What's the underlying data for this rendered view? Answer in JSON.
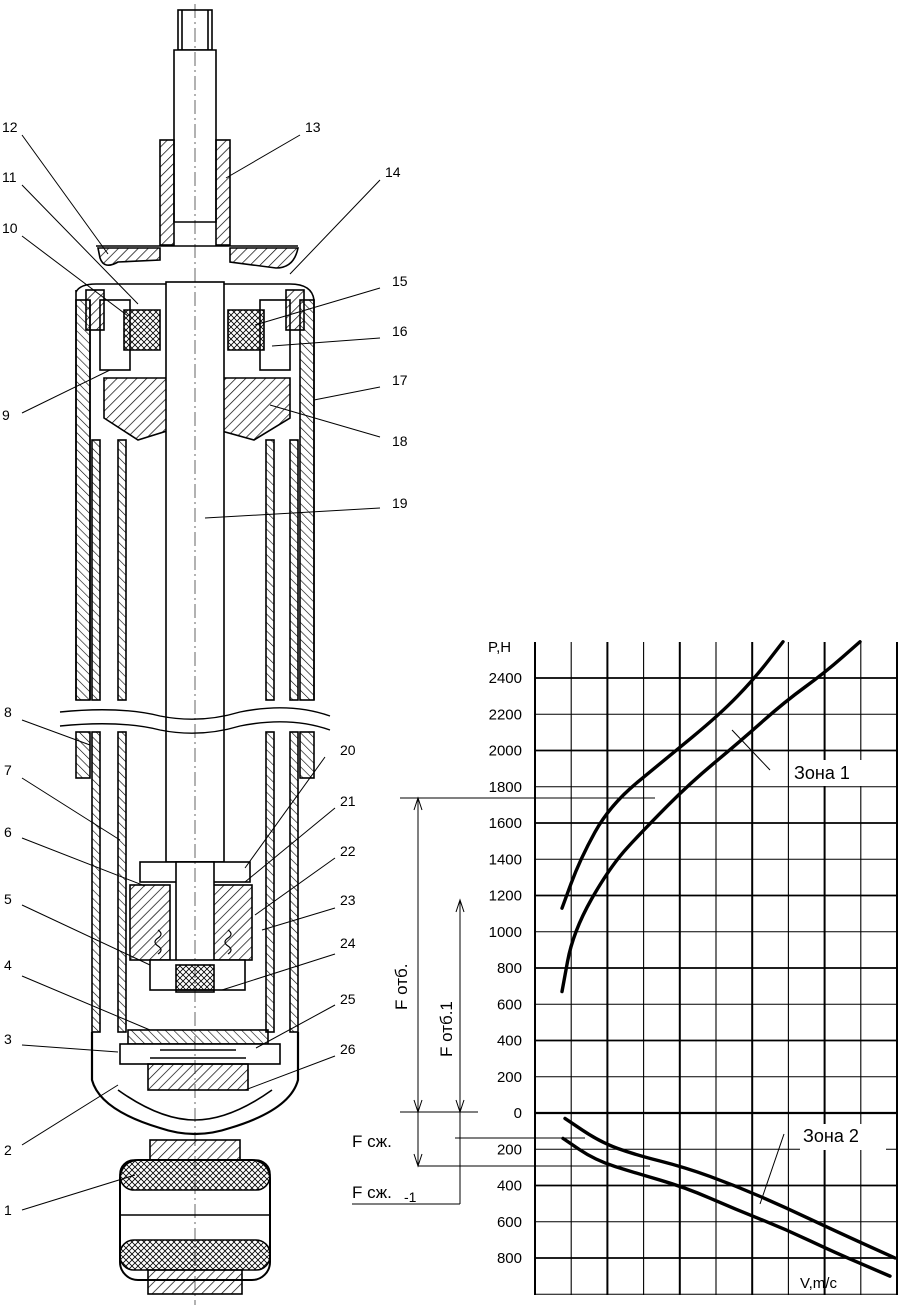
{
  "part_numbers": [
    "1",
    "2",
    "3",
    "4",
    "5",
    "6",
    "7",
    "8",
    "9",
    "10",
    "11",
    "12",
    "13",
    "14",
    "15",
    "16",
    "17",
    "18",
    "19",
    "20",
    "21",
    "22",
    "23",
    "24",
    "25",
    "26"
  ],
  "chart_data": {
    "type": "line",
    "y_axis_label": "P,H",
    "x_axis_label": "V,m/c",
    "y_ticks_upper": [
      "2400",
      "2200",
      "2000",
      "1800",
      "1600",
      "1400",
      "1200",
      "1000",
      "800",
      "600",
      "400",
      "200",
      "0"
    ],
    "y_ticks_lower": [
      "200",
      "400",
      "600",
      "800"
    ],
    "zones": [
      "Зона 1",
      "Зона 2"
    ],
    "force_labels": {
      "f_otb": "F отб.",
      "f_otb1": "F отб.1",
      "f_szh": "F сж.",
      "f_szh1": "F сж.",
      "f_szh1_sub": "-1"
    },
    "series": [
      {
        "values_P_upper": [
          1130,
          1400,
          1700,
          1950,
          2200,
          2400,
          2600
        ]
      },
      {
        "values_P_upper": [
          670,
          1000,
          1360,
          1570,
          1820,
          2050,
          2270,
          2430,
          2600
        ]
      },
      {
        "values_P_lower": [
          30,
          160,
          230,
          300,
          400,
          520,
          650,
          800
        ]
      },
      {
        "values_P_lower": [
          140,
          260,
          330,
          410,
          530,
          640,
          770,
          900
        ]
      }
    ]
  }
}
